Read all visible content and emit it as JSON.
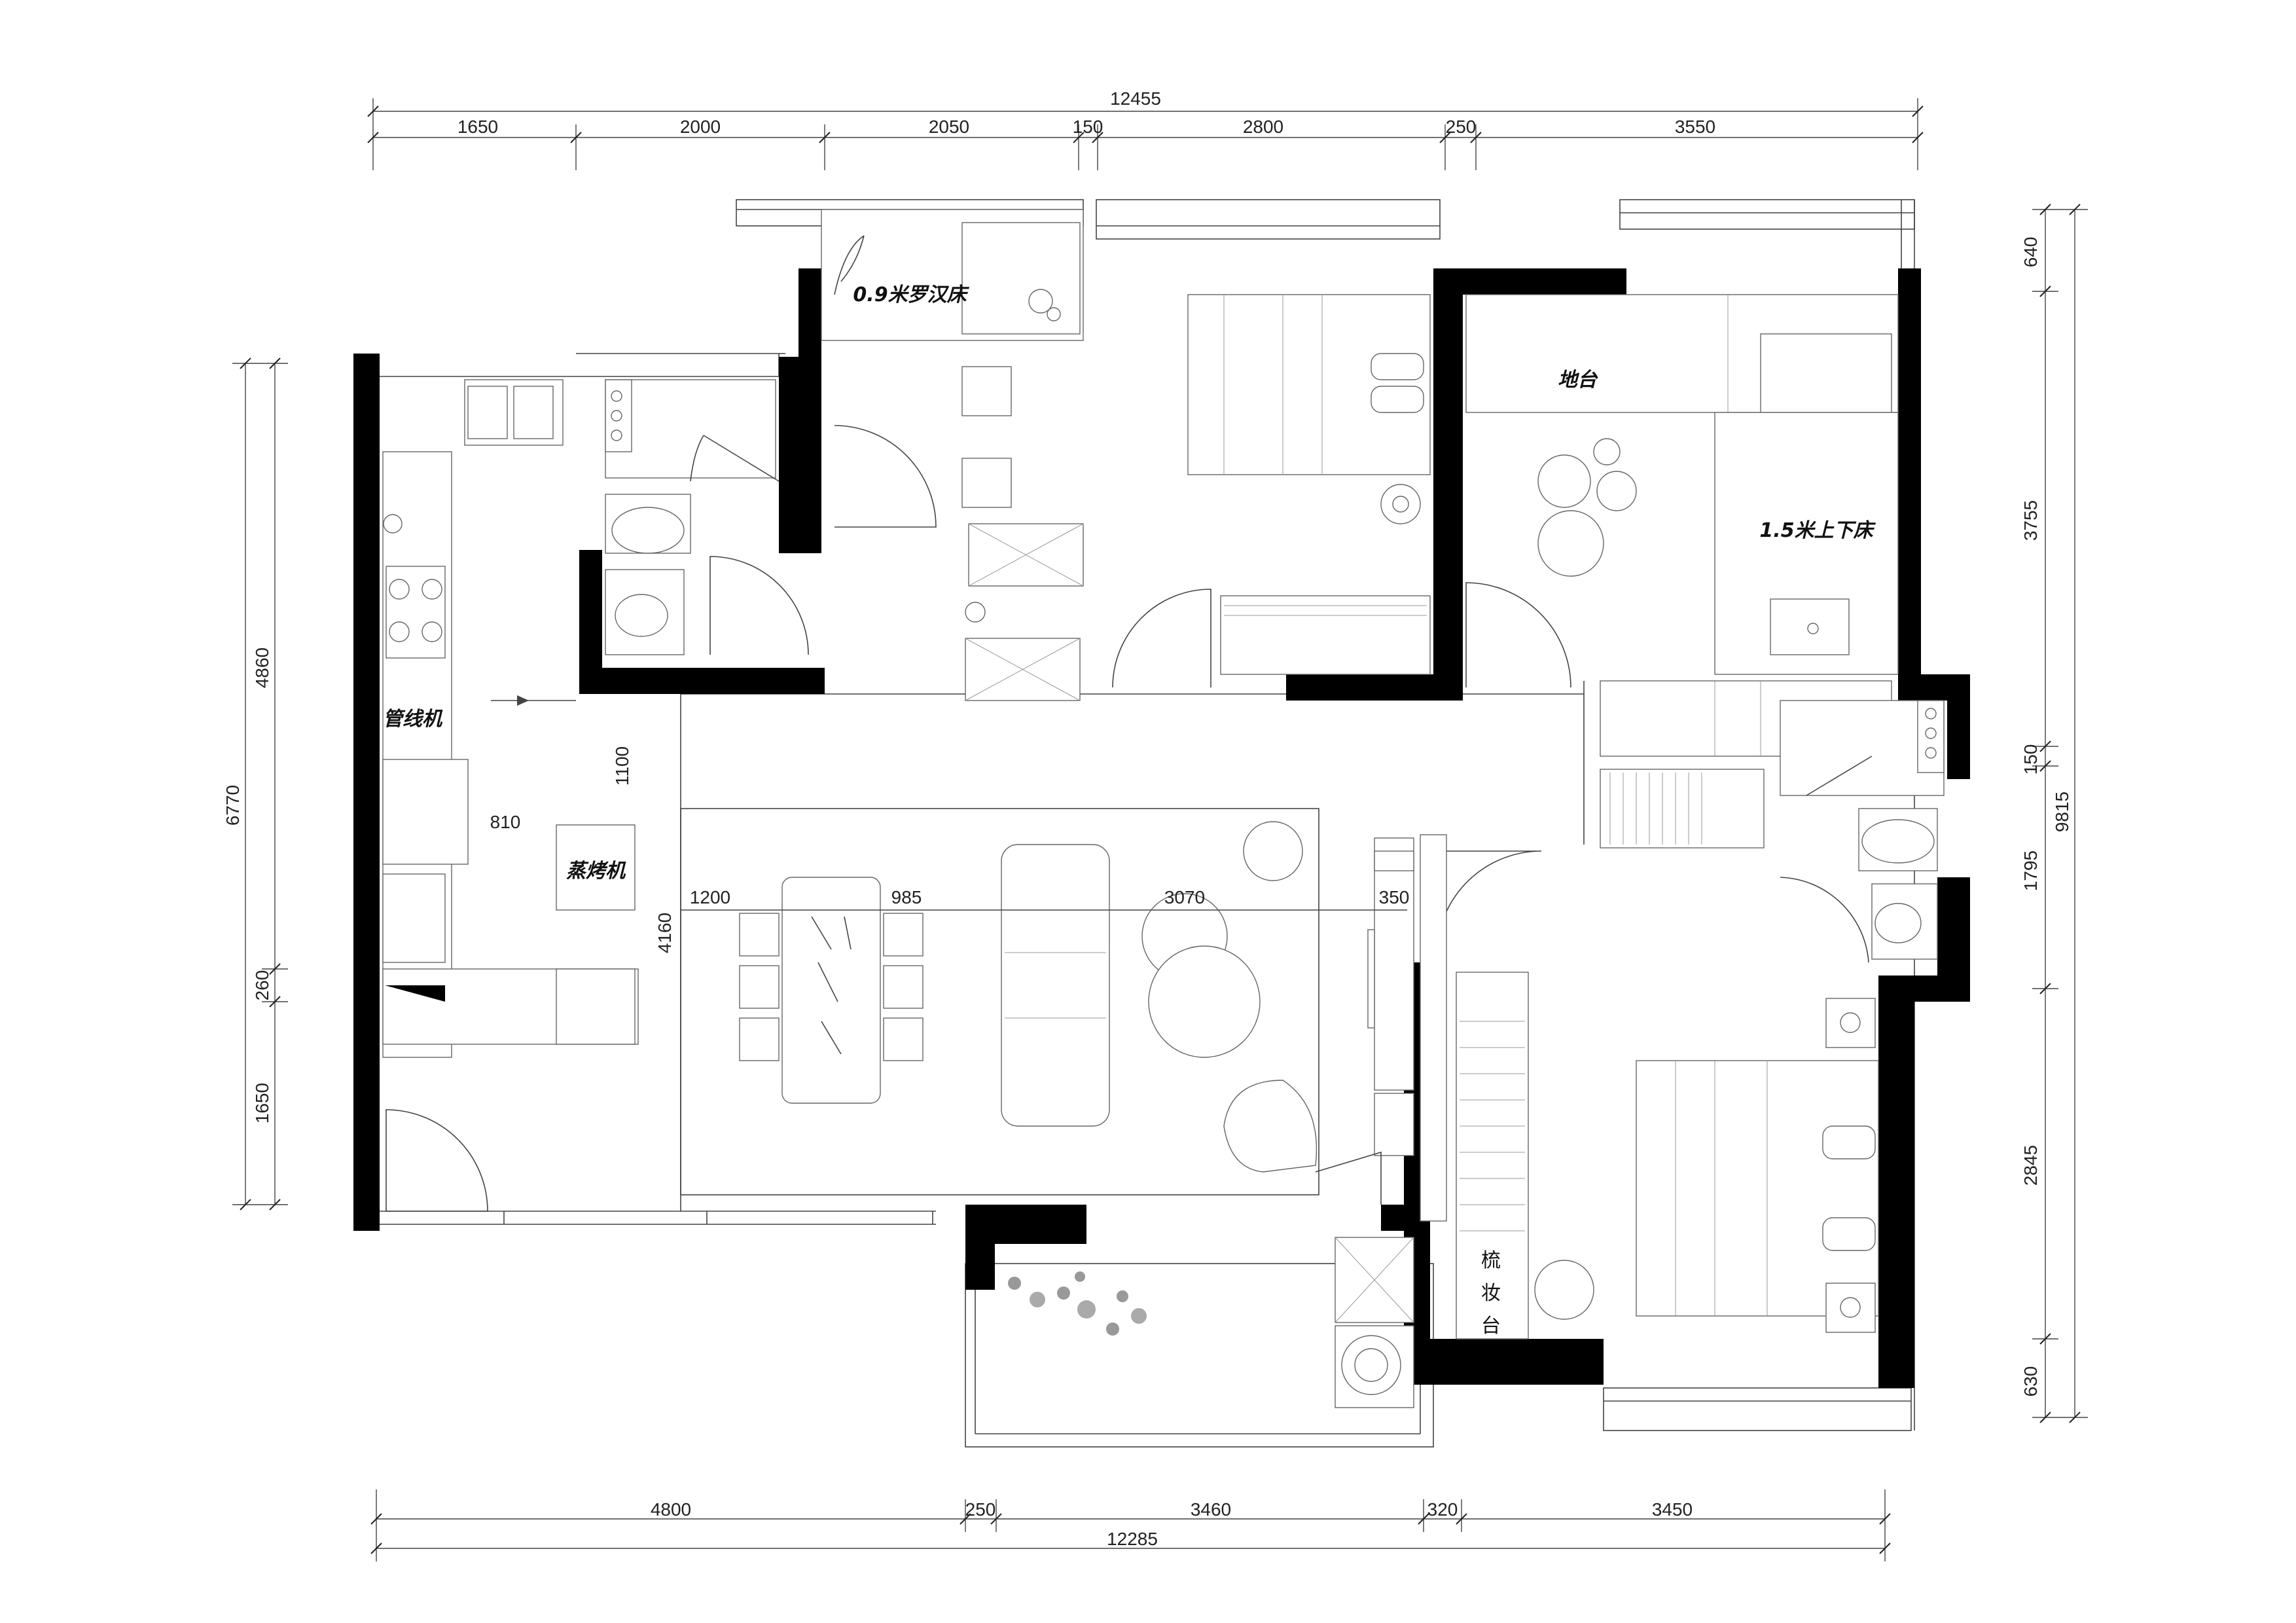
{
  "dimensions": {
    "top_total": "12455",
    "top_segments": [
      "1650",
      "2000",
      "2050",
      "150",
      "2800",
      "250",
      "3550"
    ],
    "bottom_total": "12285",
    "bottom_segments": [
      "4800",
      "250",
      "3460",
      "320",
      "3450"
    ],
    "left_total": "6770",
    "left_segments": [
      "4860",
      "260",
      "1650"
    ],
    "right_total": "9815",
    "right_segments": [
      "640",
      "3755",
      "150",
      "1795",
      "2845",
      "630"
    ],
    "interior": [
      "1100",
      "810",
      "4160",
      "1200",
      "985",
      "3070",
      "350"
    ]
  },
  "labels": {
    "luohan_bed": "0.9米罗汉床",
    "platform": "地台",
    "bunk_bed": "1.5米上下床",
    "pipeline_machine": "管线机",
    "steam_oven": "蒸烤机",
    "vanity_1": "梳",
    "vanity_2": "妆",
    "vanity_3": "台"
  }
}
